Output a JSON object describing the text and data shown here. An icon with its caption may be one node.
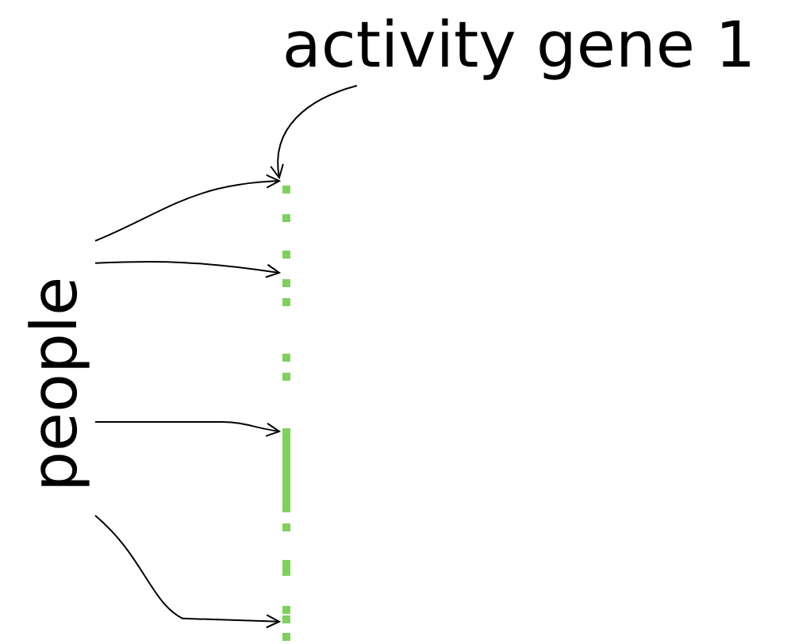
{
  "diagram": {
    "nodes": [
      {
        "text": [
          "activity gene 1"
        ]
      },
      {
        "text": [
          "people"
        ]
      },
      {
        "text": [],
        "shape": "bar"
      }
    ],
    "edges": [
      {
        "from": 0,
        "to": 2,
        "arrow": "to"
      },
      {
        "from": 1,
        "to": 2,
        "arrow": "to"
      },
      {
        "from": 1,
        "to": 2,
        "arrow": "to"
      },
      {
        "from": 1,
        "to": 2,
        "arrow": "to"
      },
      {
        "from": 1,
        "to": 2,
        "arrow": "to"
      }
    ]
  }
}
